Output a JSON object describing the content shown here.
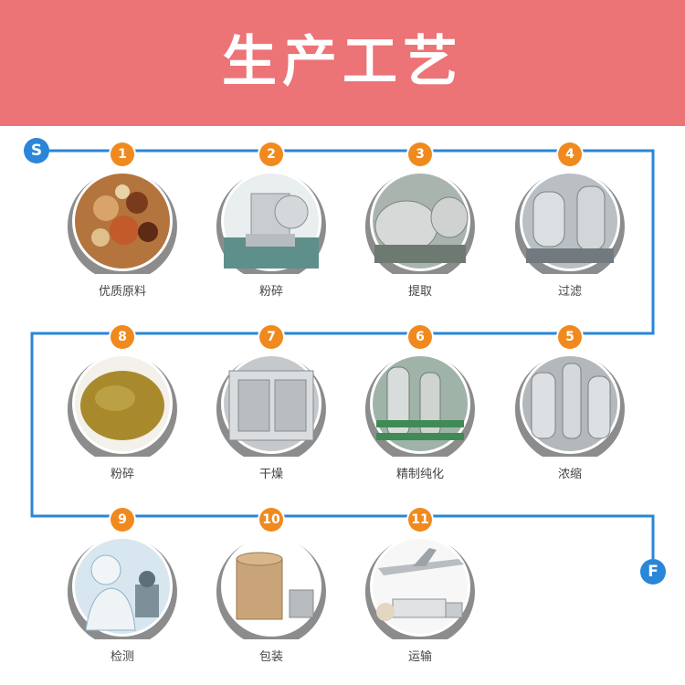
{
  "title": "生产工艺",
  "start_marker": "S",
  "finish_marker": "F",
  "colors": {
    "banner": "#ec7376",
    "line": "#2a86d8",
    "badge": "#f08a1f",
    "circle": "#8c8c8c"
  },
  "steps": [
    {
      "number": "1",
      "label": "优质原料",
      "icon": "raw-materials-photo"
    },
    {
      "number": "2",
      "label": "粉碎",
      "icon": "crusher-machine-photo"
    },
    {
      "number": "3",
      "label": "提取",
      "icon": "extraction-tanks-photo"
    },
    {
      "number": "4",
      "label": "过滤",
      "icon": "filter-equipment-photo"
    },
    {
      "number": "5",
      "label": "浓缩",
      "icon": "concentrator-photo"
    },
    {
      "number": "6",
      "label": "精制纯化",
      "icon": "purification-equipment-photo"
    },
    {
      "number": "7",
      "label": "干燥",
      "icon": "dryer-photo"
    },
    {
      "number": "8",
      "label": "粉碎",
      "icon": "powder-photo"
    },
    {
      "number": "9",
      "label": "检测",
      "icon": "lab-testing-photo"
    },
    {
      "number": "10",
      "label": "包装",
      "icon": "packaging-drum-photo"
    },
    {
      "number": "11",
      "label": "运输",
      "icon": "transport-photo"
    }
  ]
}
